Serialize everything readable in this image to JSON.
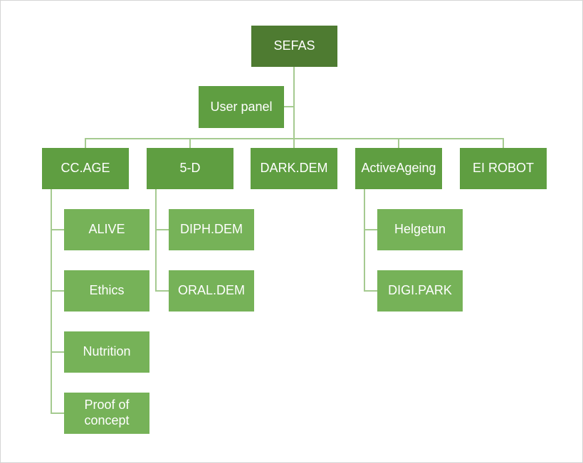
{
  "colors": {
    "root_fill": "#4e7b31",
    "branch_fill": "#5f9e41",
    "leaf_fill": "#76b258",
    "connector_line": "#a5ca90",
    "label_text": "#ffffff",
    "canvas_border": "#d4d4d4"
  },
  "hierarchy": {
    "root": {
      "label": "SEFAS"
    },
    "assistant": {
      "label": "User panel"
    },
    "branches": [
      {
        "label": "CC.AGE",
        "children": [
          "ALIVE",
          "Ethics",
          "Nutrition",
          "Proof of concept"
        ]
      },
      {
        "label": "5-D",
        "children": [
          "DIPH.DEM",
          "ORAL.DEM"
        ]
      },
      {
        "label": "DARK.DEM",
        "children": []
      },
      {
        "label": "ActiveAgeing",
        "children": [
          "Helgetun",
          "DIGI.PARK"
        ]
      },
      {
        "label": "EI ROBOT",
        "children": []
      }
    ]
  }
}
